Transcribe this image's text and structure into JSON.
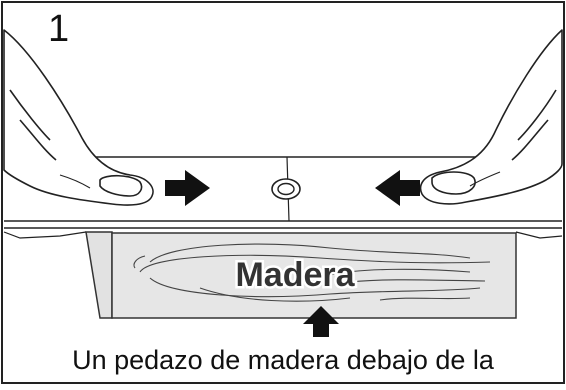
{
  "step": {
    "number": "1"
  },
  "diagram": {
    "wood_label": "Madera",
    "caption": "Un pedazo de madera debajo de la"
  }
}
